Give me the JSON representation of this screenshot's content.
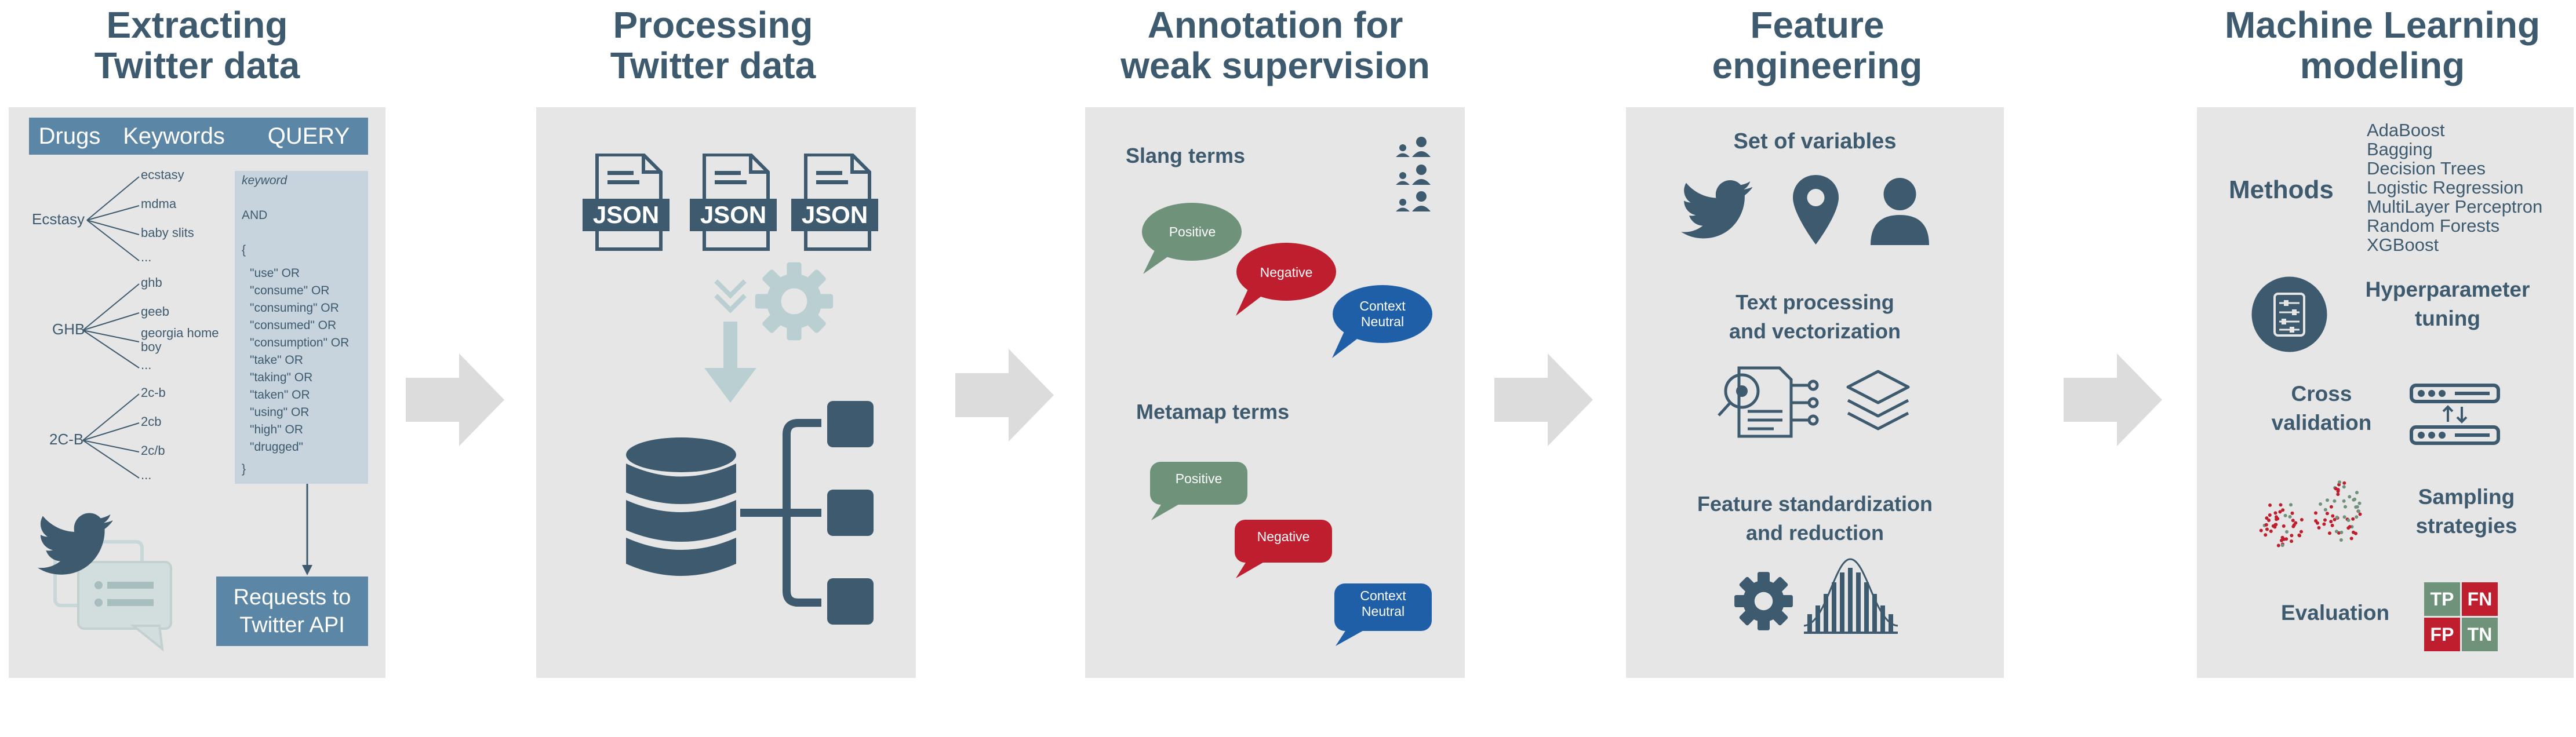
{
  "steps": [
    {
      "title_line1": "Extracting",
      "title_line2": "Twitter data"
    },
    {
      "title_line1": "Processing",
      "title_line2": "Twitter data"
    },
    {
      "title_line1": "Annotation for",
      "title_line2": "weak supervision"
    },
    {
      "title_line1": "Feature",
      "title_line2": "engineering"
    },
    {
      "title_line1": "Machine Learning",
      "title_line2": "modeling"
    }
  ],
  "extract": {
    "headers": [
      "Drugs",
      "Keywords",
      "QUERY"
    ],
    "groups": [
      {
        "drug": "Ecstasy",
        "keywords": [
          "ecstasy",
          "mdma",
          "baby slits",
          "..."
        ]
      },
      {
        "drug": "GHB",
        "keywords": [
          "ghb",
          "geeb",
          "georgia home boy",
          "..."
        ]
      },
      {
        "drug": "2C-B",
        "keywords": [
          "2c-b",
          "2cb",
          "2c/b",
          "..."
        ]
      }
    ],
    "query_keyword": "keyword",
    "query_and": "AND",
    "query_open": "{",
    "query_terms": [
      "\"use\" OR",
      "\"consume\" OR",
      "\"consuming\" OR",
      "\"consumed\" OR",
      "\"consumption\" OR",
      "\"take\" OR",
      "\"taking\" OR",
      "\"taken\" OR",
      "\"using\" OR",
      "\"high\" OR",
      "\"drugged\""
    ],
    "query_close": "}",
    "requests_line1": "Requests to",
    "requests_line2": "Twitter API",
    "icons": [
      "twitter-bird-icon",
      "chat-bubbles-icon"
    ]
  },
  "process": {
    "json_label": "JSON",
    "icons": [
      "json-file-icon",
      "gear-icon",
      "down-arrow-icon",
      "database-icon",
      "tree-structure-icon"
    ]
  },
  "annotation": {
    "slang_title": "Slang terms",
    "metamap_title": "Metamap terms",
    "labels": {
      "positive": "Positive",
      "negative": "Negative",
      "neutral_line1": "Context",
      "neutral_line2": "Neutral"
    },
    "colors": {
      "positive": "#6f927a",
      "negative": "#bf1e2e",
      "neutral": "#1f5fa8"
    },
    "icons": [
      "users-icon"
    ]
  },
  "feature": {
    "set_title": "Set of variables",
    "text_line1": "Text processing",
    "text_line2": "and vectorization",
    "std_line1": "Feature standardization",
    "std_line2": "and reduction",
    "icons": [
      "twitter-bird-icon",
      "location-pin-icon",
      "person-icon",
      "document-search-icon",
      "layers-icon",
      "gear-icon",
      "histogram-icon"
    ]
  },
  "ml": {
    "methods_title": "Methods",
    "methods": [
      "AdaBoost",
      "Bagging",
      "Decision Trees",
      "Logistic Regression",
      "MultiLayer Perceptron",
      "Random Forests",
      "XGBoost"
    ],
    "hyper_line1": "Hyperparameter",
    "hyper_line2": "tuning",
    "cv_line1": "Cross",
    "cv_line2": "validation",
    "sampling_line1": "Sampling",
    "sampling_line2": "strategies",
    "evaluation": "Evaluation",
    "confusion": [
      "TP",
      "FN",
      "FP",
      "TN"
    ],
    "colors": {
      "green": "#6f927a",
      "red": "#bf1e2e"
    },
    "icons": [
      "sliders-icon",
      "server-icon",
      "scatter-dots-icon"
    ]
  },
  "colors": {
    "dark": "#3d5a6e",
    "panel": "#e6e6e6",
    "accent_blue": "#5b86a5",
    "arrow": "#dcdcdc"
  }
}
